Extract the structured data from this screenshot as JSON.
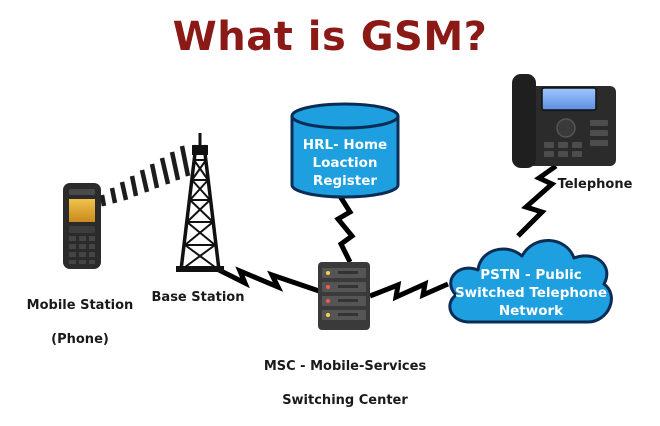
{
  "title": "What is GSM?",
  "nodes": {
    "mobile_station": {
      "label_line1": "Mobile Station",
      "label_line2": "(Phone)",
      "icon": "mobile-phone-icon"
    },
    "base_station": {
      "label": "Base Station",
      "icon": "antenna-tower-icon"
    },
    "msc": {
      "label_line1": "MSC - Mobile-Services",
      "label_line2": "Switching Center",
      "icon": "server-icon"
    },
    "hrl": {
      "line1": "HRL- Home",
      "line2": "Loaction",
      "line3": "Register",
      "icon": "database-cylinder-icon"
    },
    "pstn": {
      "line1": "PSTN - Public",
      "line2": "Switched Telephone",
      "line3": "Network",
      "icon": "cloud-icon"
    },
    "telephone": {
      "label": "Telephone",
      "icon": "desk-telephone-icon"
    }
  },
  "colors": {
    "title": "#8b1a17",
    "node_fill": "#1d9fe0",
    "node_stroke": "#0b2d55",
    "device": "#2b2b2b",
    "link": "#000000"
  }
}
